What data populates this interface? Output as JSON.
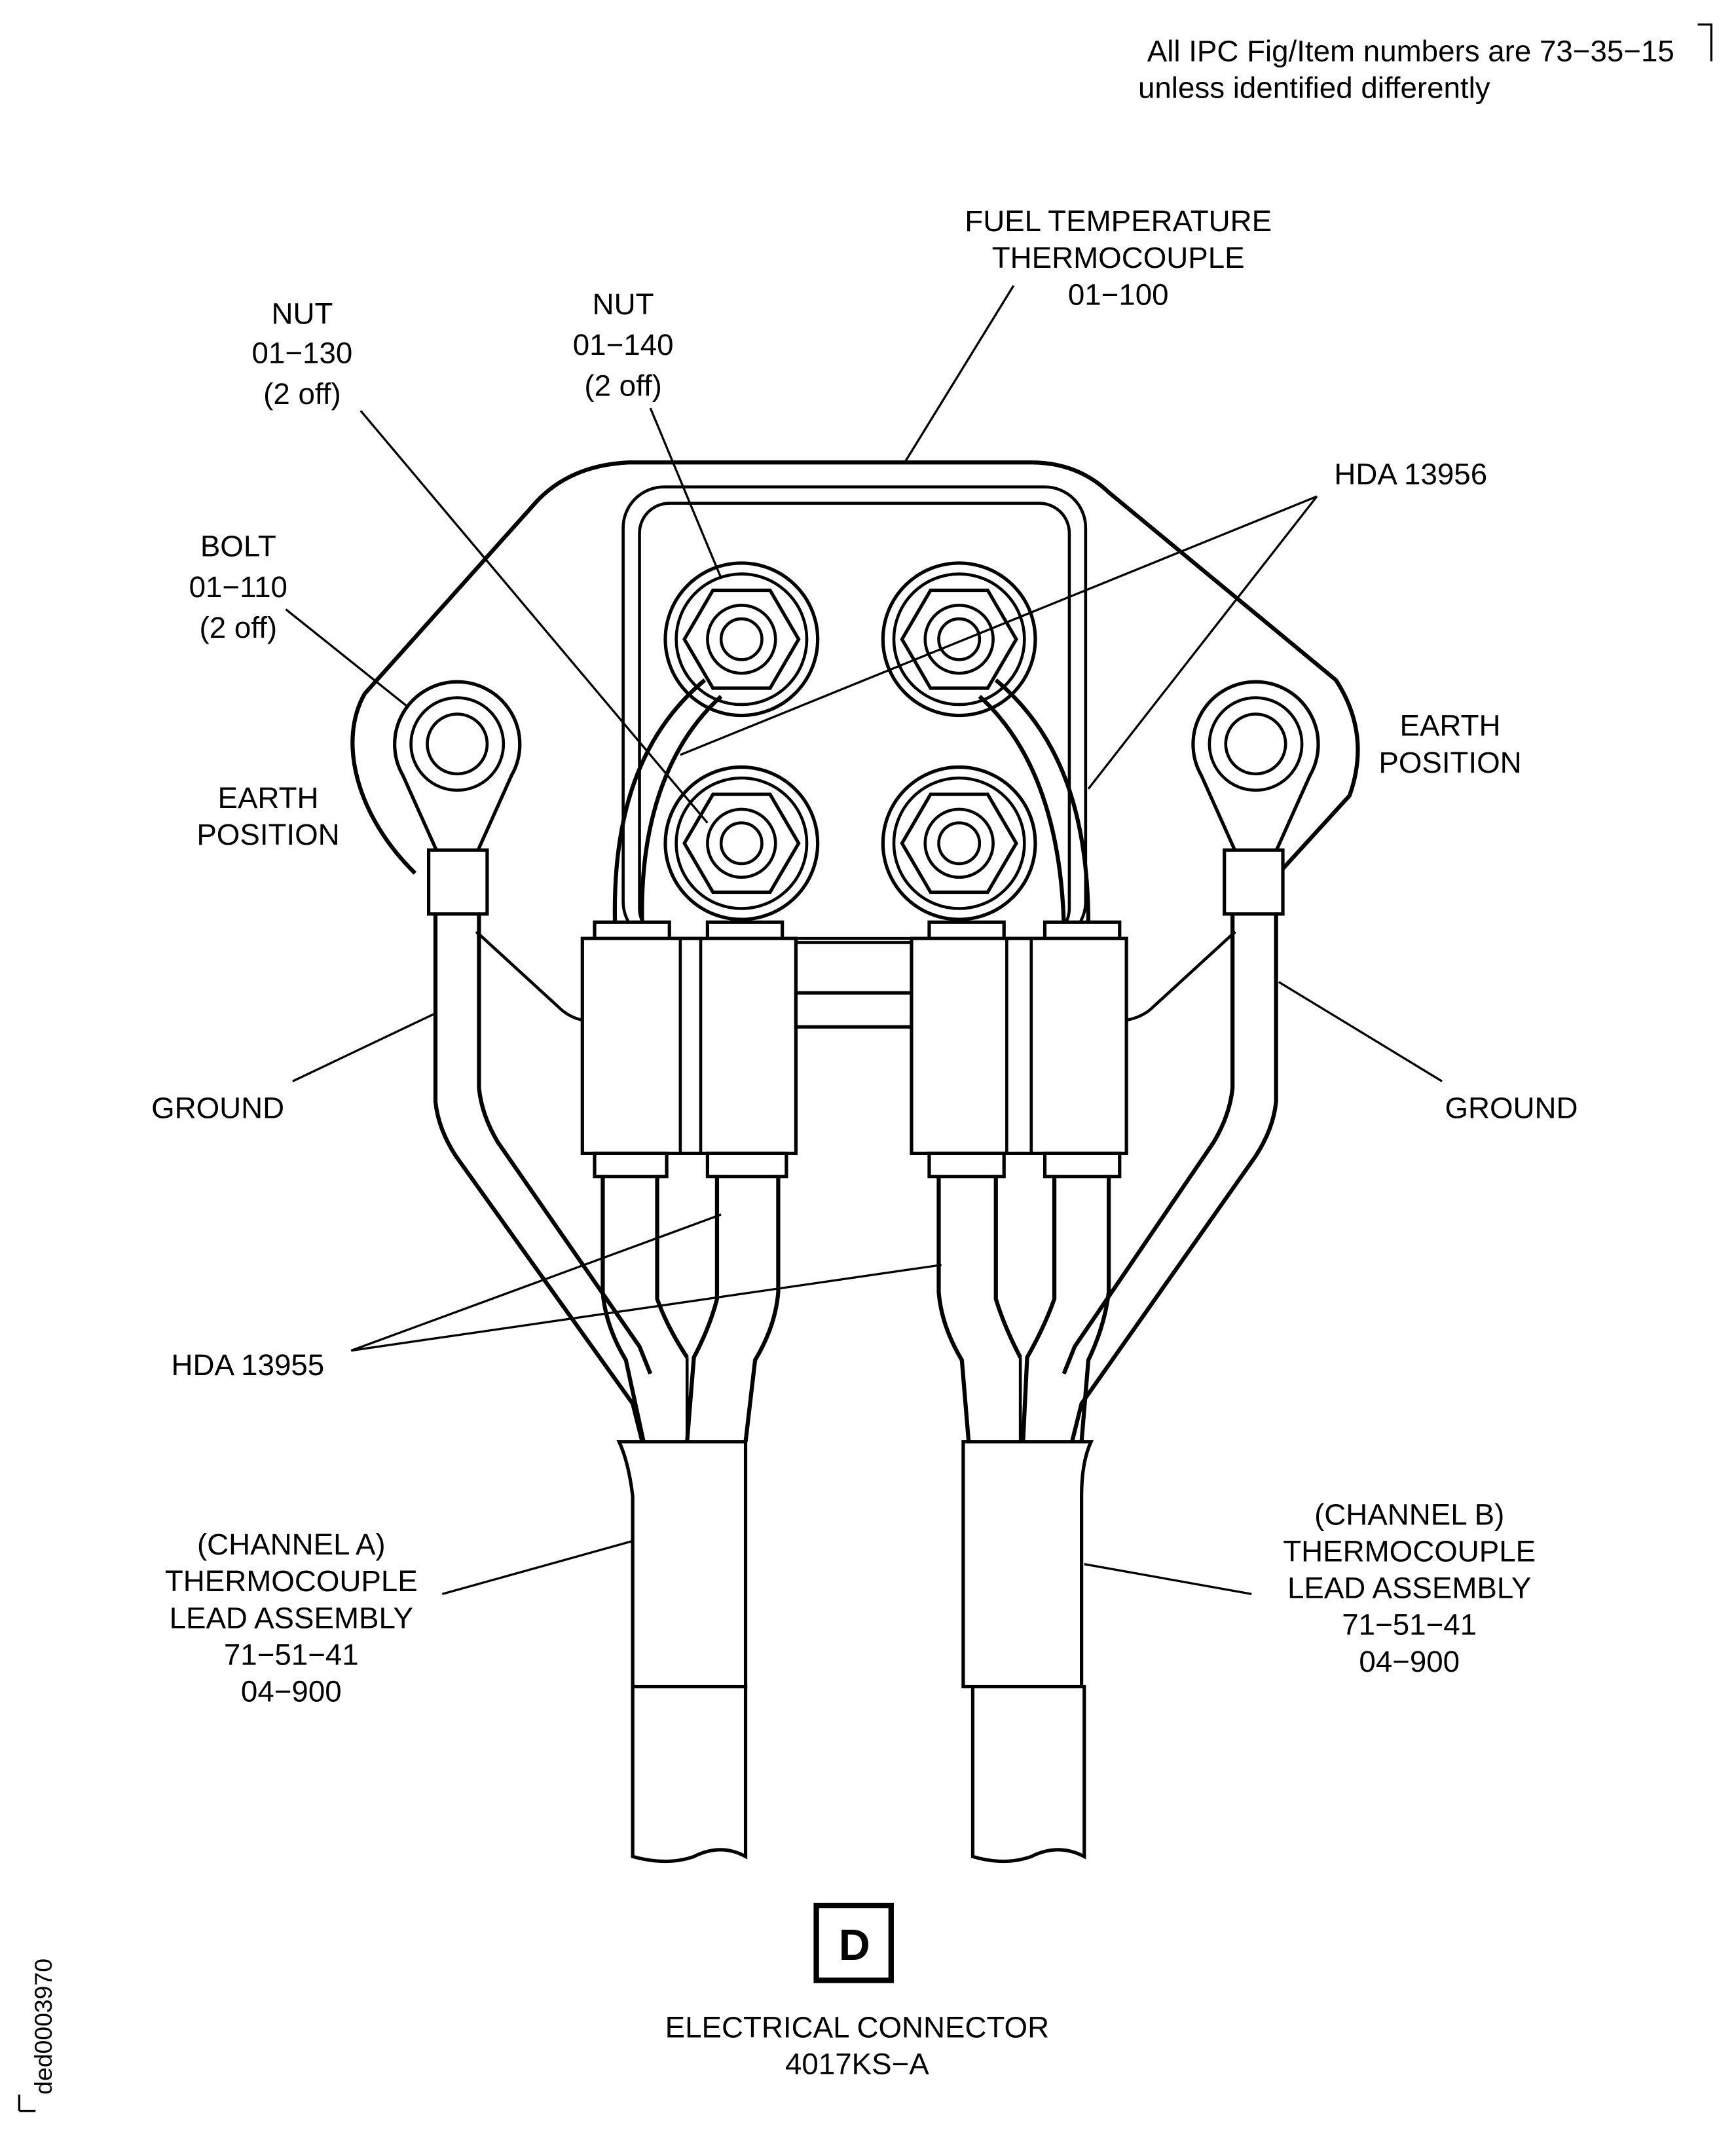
{
  "header_note": {
    "line1": "All IPC Fig/Item numbers are 73−35−15",
    "line2": "unless identified differently"
  },
  "labels": {
    "fuel_temp_thermocouple": [
      "FUEL TEMPERATURE",
      "THERMOCOUPLE",
      "01−100"
    ],
    "nut_130": [
      "NUT",
      "01−130",
      "(2 off)"
    ],
    "nut_140": [
      "NUT",
      "01−140",
      "(2 off)"
    ],
    "hda_13956": "HDA 13956",
    "bolt_110": [
      "BOLT",
      "01−110",
      "(2 off)"
    ],
    "earth_left": [
      "EARTH",
      "POSITION"
    ],
    "earth_right": [
      "EARTH",
      "POSITION"
    ],
    "ground_left": "GROUND",
    "ground_right": "GROUND",
    "hda_13955": "HDA 13955",
    "channel_a": [
      "(CHANNEL A)",
      "THERMOCOUPLE",
      "LEAD ASSEMBLY",
      "71−51−41",
      "04−900"
    ],
    "channel_b": [
      "(CHANNEL B)",
      "THERMOCOUPLE",
      "LEAD ASSEMBLY",
      "71−51−41",
      "04−900"
    ]
  },
  "view_letter": "D",
  "caption": {
    "line1": "ELECTRICAL CONNECTOR",
    "line2": "4017KS−A"
  },
  "figure_id": "ded0003970"
}
